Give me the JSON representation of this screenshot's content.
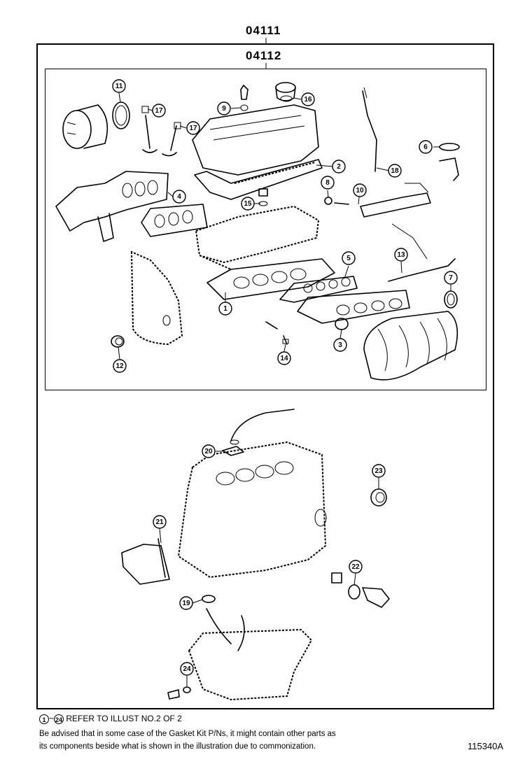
{
  "header": {
    "outer_code": "04111",
    "inner_code": "04112"
  },
  "callouts": [
    "1",
    "2",
    "3",
    "4",
    "5",
    "6",
    "7",
    "8",
    "9",
    "10",
    "11",
    "12",
    "13",
    "14",
    "15",
    "16",
    "17",
    "17",
    "18",
    "19",
    "20",
    "21",
    "22",
    "23",
    "24"
  ],
  "footer": {
    "range_start": "1",
    "range_sep": "~",
    "range_end": "24",
    "refer_text": "REFER TO ILLUST NO.2 OF 2",
    "note_line1": "Be advised that in some case of the Gasket Kit P/Ns,  it might contain other parts as",
    "note_line2": "its components beside what is shown in the illustration due to commonization.",
    "illustration_id": "115340A"
  }
}
